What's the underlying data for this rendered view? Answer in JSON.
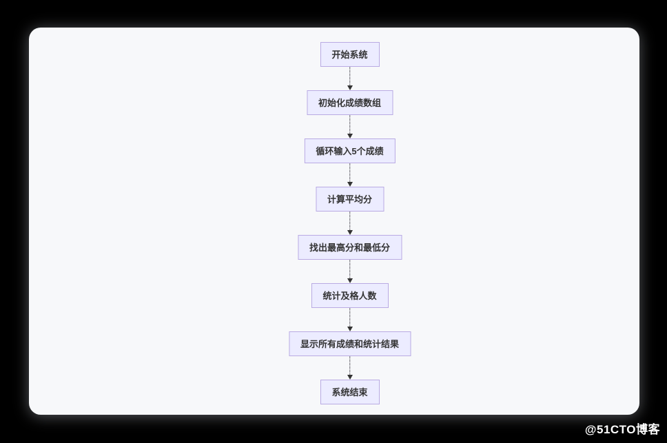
{
  "page": {
    "background_color": "#000000",
    "card_color": "#f7f8fa",
    "watermark": "@51CTO博客"
  },
  "diagram": {
    "type": "flowchart",
    "direction": "top-down",
    "node_fill": "#ececff",
    "node_border": "#b9aae3",
    "arrow_color": "#333333",
    "nodes": [
      {
        "id": "start",
        "label": "开始系统"
      },
      {
        "id": "init",
        "label": "初始化成绩数组"
      },
      {
        "id": "loop",
        "label": "循环输入5个成绩"
      },
      {
        "id": "average",
        "label": "计算平均分"
      },
      {
        "id": "minmax",
        "label": "找出最高分和最低分"
      },
      {
        "id": "pass",
        "label": "统计及格人数"
      },
      {
        "id": "display",
        "label": "显示所有成绩和统计结果"
      },
      {
        "id": "end",
        "label": "系统结束"
      }
    ],
    "edges": [
      {
        "from": 0,
        "to": 1
      },
      {
        "from": 1,
        "to": 2
      },
      {
        "from": 2,
        "to": 3
      },
      {
        "from": 3,
        "to": 4
      },
      {
        "from": 4,
        "to": 5
      },
      {
        "from": 5,
        "to": 6
      },
      {
        "from": 6,
        "to": 7
      }
    ]
  }
}
